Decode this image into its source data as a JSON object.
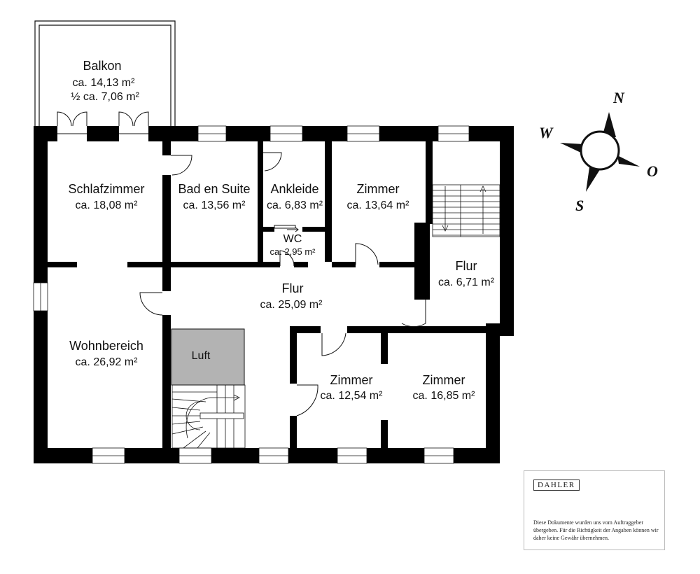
{
  "rooms": {
    "balkon": {
      "name": "Balkon",
      "area": "ca. 14,13 m²",
      "half_area": "½ ca. 7,06 m²"
    },
    "schlafzimmer": {
      "name": "Schlafzimmer",
      "area": "ca. 18,08 m²"
    },
    "bad": {
      "name": "Bad en Suite",
      "area": "ca. 13,56 m²"
    },
    "ankleide": {
      "name": "Ankleide",
      "area": "ca. 6,83 m²"
    },
    "wc": {
      "name": "WC",
      "area": "ca. 2,95 m²"
    },
    "zimmer_ne": {
      "name": "Zimmer",
      "area": "ca. 13,64 m²"
    },
    "flur_east": {
      "name": "Flur",
      "area": "ca. 6,71 m²"
    },
    "flur_main": {
      "name": "Flur",
      "area": "ca. 25,09 m²"
    },
    "wohnbereich": {
      "name": "Wohnbereich",
      "area": "ca. 26,92 m²"
    },
    "luft": {
      "name": "Luft"
    },
    "zimmer_s1": {
      "name": "Zimmer",
      "area": "ca. 12,54 m²"
    },
    "zimmer_s2": {
      "name": "Zimmer",
      "area": "ca. 16,85 m²"
    }
  },
  "compass": {
    "n": "N",
    "o": "O",
    "s": "S",
    "w": "W"
  },
  "info": {
    "logo": "DAHLER",
    "disclaimer": "Diese Dokumente wurden uns vom Auftraggeber übergeben. Für die Richtigkeit der Angaben können wir daher keine Gewähr übernehmen."
  },
  "colors": {
    "wall": "#000000",
    "luft_fill": "#b3b3b3"
  }
}
